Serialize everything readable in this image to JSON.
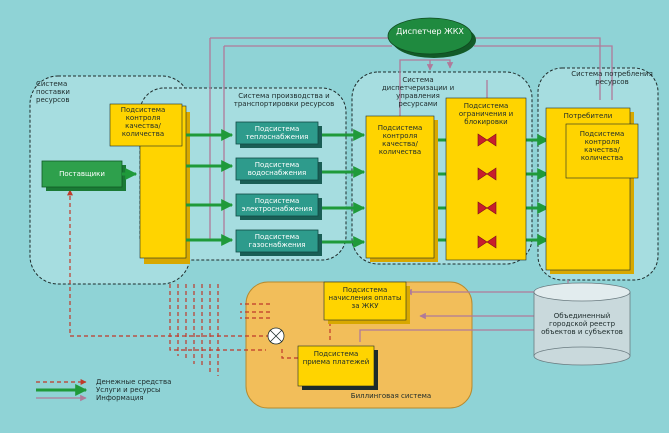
{
  "dispatcher": "Диспетчер ЖКХ",
  "supply_system": {
    "title": "Система поставки ресурсов",
    "quality_subsystem": "Подсистема контроля качества/ количества",
    "suppliers": "Поставщики"
  },
  "production_system": {
    "title": "Система производства и транспортировки ресурсов",
    "subsystems": [
      "Подсистема теплоснабжения",
      "Подсистема водоснабжения",
      "Подсистема электроснабжения",
      "Подсистема газоснабжения"
    ]
  },
  "dispatch_system": {
    "title": "Система диспетчеризации и управления ресурсами",
    "quality_subsystem": "Подсистема контроля качества/ количества",
    "limit_subsystem": "Подсистема ограничения и блокировки"
  },
  "consumption_system": {
    "title": "Система потребления ресурсов",
    "consumers": "Потребители",
    "quality_subsystem": "Подсистема контроля качества/ количества"
  },
  "billing_system": {
    "title": "Биллинговая система",
    "accrual_subsystem": "Подсистема начисления оплаты за ЖКУ",
    "payment_subsystem": "Подсистема приема платежей"
  },
  "registry": "Объединенный городской реестр объектов и субъектов",
  "legend": [
    {
      "label": "Денежные средства",
      "color": "#c0392b"
    },
    {
      "label": "Услуги и ресурсы",
      "color": "#1f9a3a"
    },
    {
      "label": "Информация",
      "color": "#b07a9a"
    }
  ],
  "colors": {
    "background": "#8fd3d6",
    "yellow": "#ffd400",
    "teal_box": "#2e9b8c",
    "green_flow": "#1f9a3a",
    "money": "#c0392b",
    "info": "#b07a9a",
    "billing_bg": "#f2be5a",
    "dispatcher": "#1f8a3f",
    "valve": "#c81e2d"
  }
}
